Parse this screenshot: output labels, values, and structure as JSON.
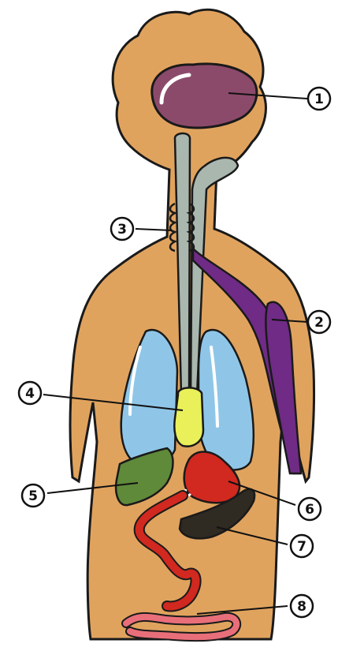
{
  "colors": {
    "skin": "#e0a35e",
    "skin_outline": "#1a1a1a",
    "brain": "#8c4a6b",
    "muscle": "#6f2b86",
    "lungs": "#8fc6e8",
    "heart_yellow": "#e9f05a",
    "liver_green": "#5f8a3a",
    "stomach_red": "#d1281f",
    "spleen_dark": "#2f2a22",
    "intestine_pink": "#e86f7a",
    "trachea_gray": "#a9b7ae"
  },
  "labels": [
    {
      "id": "1",
      "text": "1"
    },
    {
      "id": "2",
      "text": "2"
    },
    {
      "id": "3",
      "text": "3"
    },
    {
      "id": "4",
      "text": "4"
    },
    {
      "id": "5",
      "text": "5"
    },
    {
      "id": "6",
      "text": "6"
    },
    {
      "id": "7",
      "text": "7"
    },
    {
      "id": "8",
      "text": "8"
    }
  ]
}
